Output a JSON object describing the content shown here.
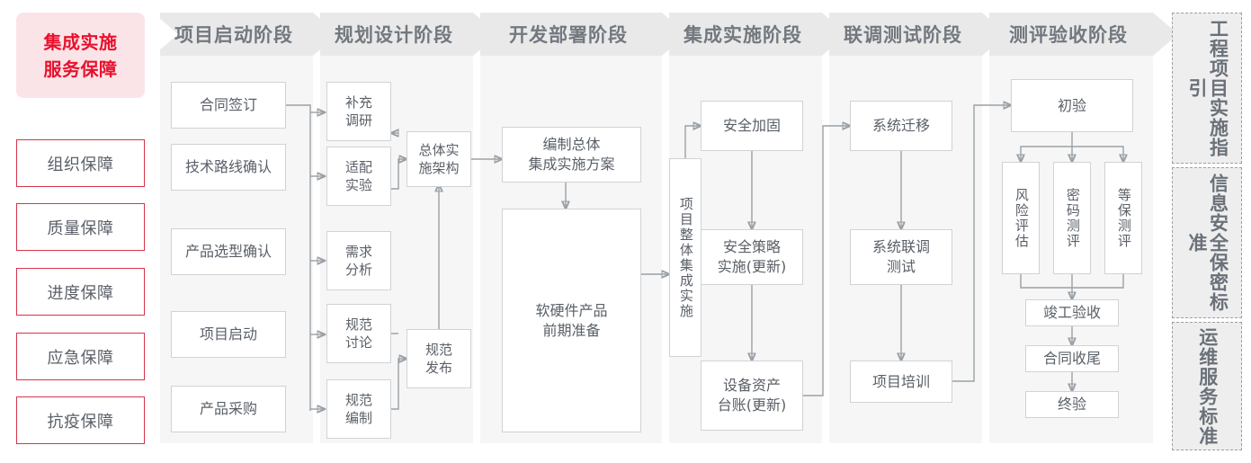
{
  "sidebar": {
    "title": "集成实施\n服务保障",
    "title_line1": "集成实施",
    "title_line2": "服务保障",
    "items": [
      {
        "label": "组织保障"
      },
      {
        "label": "质量保障"
      },
      {
        "label": "进度保障"
      },
      {
        "label": "应急保障"
      },
      {
        "label": "抗疫保障"
      }
    ],
    "accent_color": "#d8344a",
    "title_bg_color": "#fbe4e7",
    "title_text_color": "#e8112d"
  },
  "phases": [
    {
      "id": "startup",
      "header": "项目启动阶段"
    },
    {
      "id": "planning",
      "header": "规划设计阶段"
    },
    {
      "id": "development",
      "header": "开发部署阶段"
    },
    {
      "id": "integration",
      "header": "集成实施阶段"
    },
    {
      "id": "joint_test",
      "header": "联调测试阶段"
    },
    {
      "id": "acceptance",
      "header": "测评验收阶段"
    }
  ],
  "nodes": {
    "startup": [
      {
        "label": "合同签订"
      },
      {
        "label": "技术路线确认"
      },
      {
        "label": "产品选型确认"
      },
      {
        "label": "项目启动"
      },
      {
        "label": "产品采购"
      }
    ],
    "planning": [
      {
        "label": "补充\n调研"
      },
      {
        "label": "适配\n实验"
      },
      {
        "label": "需求\n分析"
      },
      {
        "label": "规范\n讨论"
      },
      {
        "label": "规范\n编制"
      },
      {
        "label": "总体实\n施架构"
      },
      {
        "label": "规范\n发布"
      }
    ],
    "development": [
      {
        "label": "编制总体\n集成实施方案"
      },
      {
        "label": "软硬件产品\n前期准备"
      }
    ],
    "integration": [
      {
        "label": "项目整体集成实施"
      },
      {
        "label": "安全加固"
      },
      {
        "label": "安全策略\n实施(更新)"
      },
      {
        "label": "设备资产\n台账(更新)"
      }
    ],
    "joint_test": [
      {
        "label": "系统迁移"
      },
      {
        "label": "系统联调\n测试"
      },
      {
        "label": "项目培训"
      }
    ],
    "acceptance": [
      {
        "label": "初验"
      },
      {
        "label": "风险评估"
      },
      {
        "label": "密码测评"
      },
      {
        "label": "等保测评"
      },
      {
        "label": "竣工验收"
      },
      {
        "label": "合同收尾"
      },
      {
        "label": "终验"
      }
    ]
  },
  "standards": [
    {
      "label": "工程项目实施指引"
    },
    {
      "label": "信息安全保密标准"
    },
    {
      "label": "运维服务标准"
    }
  ],
  "colors": {
    "node_border": "#cfd3d6",
    "node_text": "#5a6068",
    "column_bg": "#f6f6f6",
    "header_bg": "#e9e9e9",
    "header_text": "#72787f",
    "connector": "#9aa0a6",
    "panel_bg": "#eeeeee",
    "panel_border": "#9aa0a6"
  }
}
